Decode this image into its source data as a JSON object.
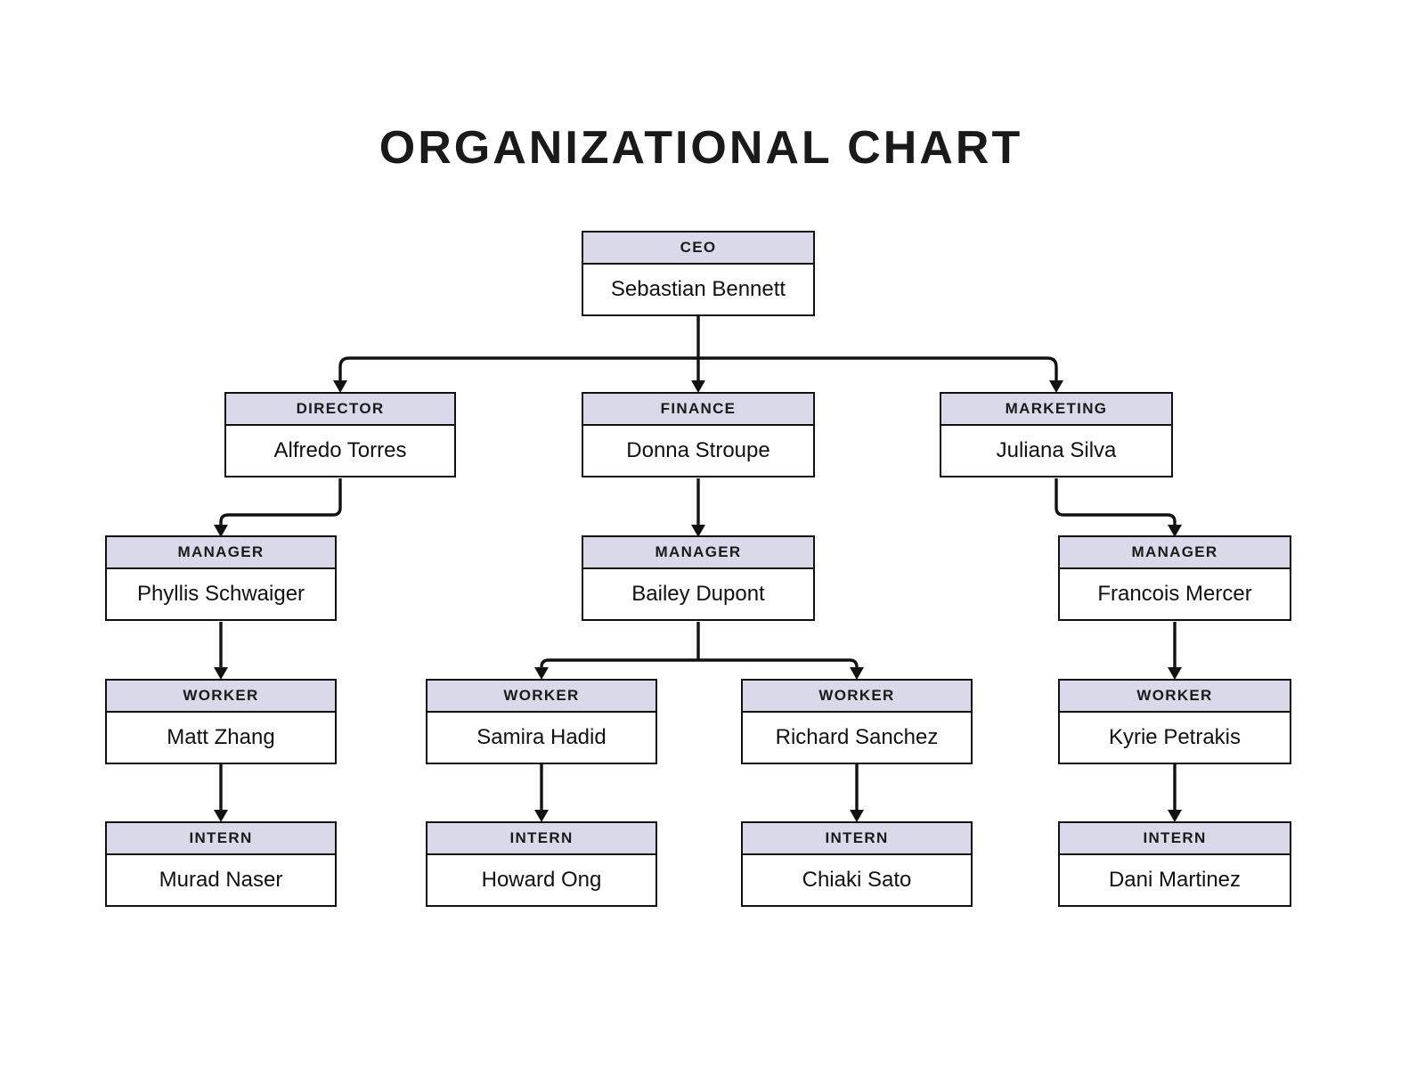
{
  "page": {
    "title": "ORGANIZATIONAL CHART"
  },
  "colors": {
    "background": "#ffffff",
    "header_fill": "#d9d9e9",
    "box_border": "#111111",
    "line": "#111111"
  },
  "nodes": [
    {
      "id": "ceo",
      "role": "CEO",
      "name": "Sebastian Bennett"
    },
    {
      "id": "director",
      "role": "DIRECTOR",
      "name": "Alfredo Torres"
    },
    {
      "id": "finance",
      "role": "FINANCE",
      "name": "Donna Stroupe"
    },
    {
      "id": "marketing",
      "role": "MARKETING",
      "name": "Juliana Silva"
    },
    {
      "id": "manager-1",
      "role": "MANAGER",
      "name": "Phyllis Schwaiger"
    },
    {
      "id": "manager-2",
      "role": "MANAGER",
      "name": "Bailey Dupont"
    },
    {
      "id": "manager-3",
      "role": "MANAGER",
      "name": "Francois Mercer"
    },
    {
      "id": "worker-1",
      "role": "WORKER",
      "name": "Matt Zhang"
    },
    {
      "id": "worker-2",
      "role": "WORKER",
      "name": "Samira Hadid"
    },
    {
      "id": "worker-3",
      "role": "WORKER",
      "name": "Richard Sanchez"
    },
    {
      "id": "worker-4",
      "role": "WORKER",
      "name": "Kyrie Petrakis"
    },
    {
      "id": "intern-1",
      "role": "INTERN",
      "name": "Murad Naser"
    },
    {
      "id": "intern-2",
      "role": "INTERN",
      "name": "Howard Ong"
    },
    {
      "id": "intern-3",
      "role": "INTERN",
      "name": "Chiaki Sato"
    },
    {
      "id": "intern-4",
      "role": "INTERN",
      "name": "Dani Martinez"
    }
  ],
  "edges": [
    {
      "from": "ceo",
      "to": "director"
    },
    {
      "from": "ceo",
      "to": "finance"
    },
    {
      "from": "ceo",
      "to": "marketing"
    },
    {
      "from": "director",
      "to": "manager-1"
    },
    {
      "from": "finance",
      "to": "manager-2"
    },
    {
      "from": "marketing",
      "to": "manager-3"
    },
    {
      "from": "manager-1",
      "to": "worker-1"
    },
    {
      "from": "manager-2",
      "to": "worker-2"
    },
    {
      "from": "manager-2",
      "to": "worker-3"
    },
    {
      "from": "manager-3",
      "to": "worker-4"
    },
    {
      "from": "worker-1",
      "to": "intern-1"
    },
    {
      "from": "worker-2",
      "to": "intern-2"
    },
    {
      "from": "worker-3",
      "to": "intern-3"
    },
    {
      "from": "worker-4",
      "to": "intern-4"
    }
  ]
}
